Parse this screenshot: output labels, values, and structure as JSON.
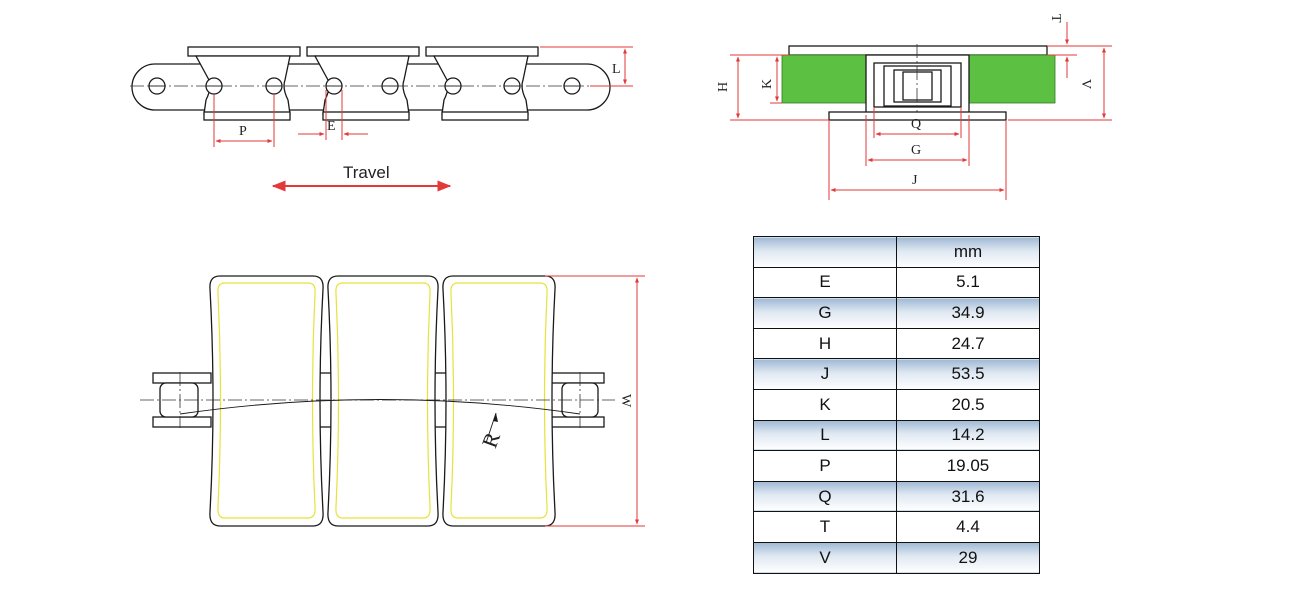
{
  "labels": {
    "travel": "Travel",
    "P": "P",
    "E": "E",
    "L": "L",
    "T": "T",
    "H": "H",
    "K": "K",
    "V": "V",
    "Q": "Q",
    "G": "G",
    "J": "J",
    "W": "W",
    "R": "R"
  },
  "colors": {
    "dimension": "#e23a3a",
    "rubber_pad": "#5cc043",
    "pad_outline": "#e6e23a",
    "table_header": "#9fb8d4"
  },
  "table": {
    "header": [
      "",
      "mm"
    ],
    "rows": [
      {
        "key": "E",
        "value": "5.1"
      },
      {
        "key": "G",
        "value": "34.9"
      },
      {
        "key": "H",
        "value": "24.7"
      },
      {
        "key": "J",
        "value": "53.5"
      },
      {
        "key": "K",
        "value": "20.5"
      },
      {
        "key": "L",
        "value": "14.2"
      },
      {
        "key": "P",
        "value": "19.05"
      },
      {
        "key": "Q",
        "value": "31.6"
      },
      {
        "key": "T",
        "value": "4.4"
      },
      {
        "key": "V",
        "value": "29"
      }
    ]
  }
}
